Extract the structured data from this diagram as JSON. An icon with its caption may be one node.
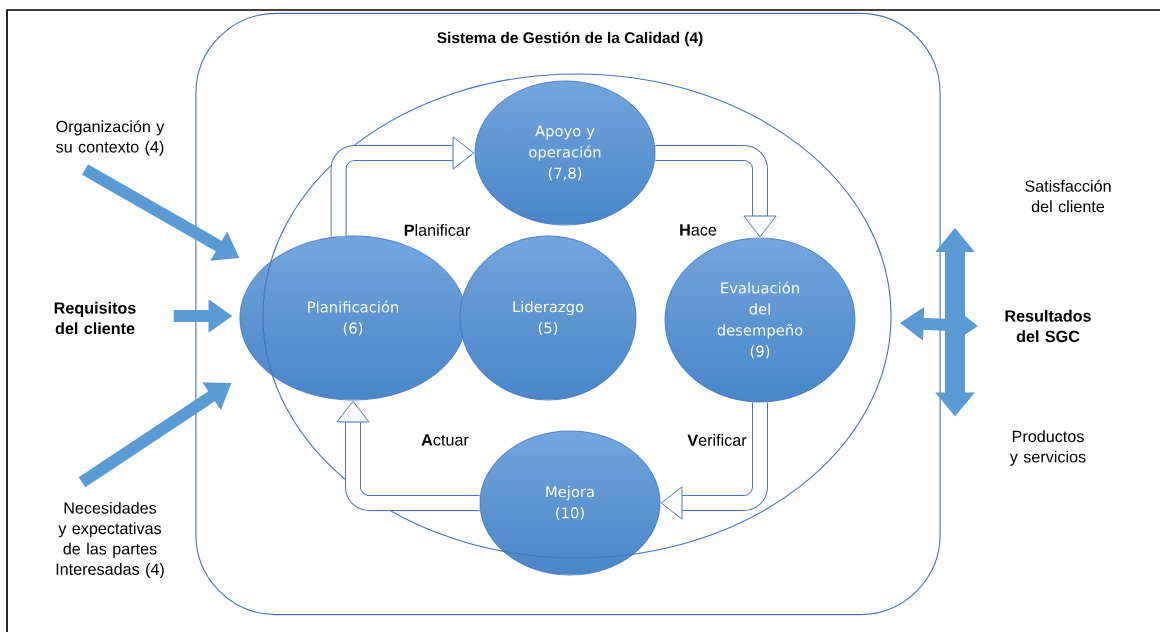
{
  "diagram": {
    "nodes": [
      {
        "text": [
          "Sistema de Gestión de la Calidad (4)"
        ]
      },
      {
        "text": [],
        "shape": "circle",
        "in": 0
      },
      {
        "text": [
          "Apoyo y operación (7,8)"
        ],
        "in": 1
      },
      {
        "text": [
          "Planificación (6)"
        ],
        "in": 0
      },
      {
        "text": [
          "Liderazgo (5)"
        ],
        "in": 1
      },
      {
        "text": [
          "Evaluación del desempeño (9)"
        ],
        "in": 1
      },
      {
        "text": [
          "Mejora (10)"
        ],
        "in": 0
      },
      {
        "text": [
          "Organización y su contexto (4)"
        ]
      },
      {
        "text": [
          "Requisitos del cliente"
        ]
      },
      {
        "text": [
          "Necesidades y expectativas de las partes Interesadas (4)"
        ]
      },
      {
        "text": [
          "Satisfacción del cliente"
        ]
      },
      {
        "text": [
          "Resultados del SGC"
        ]
      },
      {
        "text": [
          "Productos y servicios"
        ]
      }
    ],
    "edges": [
      {
        "from": 3,
        "to": 2,
        "arrow": "to"
      },
      {
        "from": 2,
        "to": 5,
        "arrow": "to"
      },
      {
        "from": 5,
        "to": 6,
        "arrow": "to"
      },
      {
        "from": 6,
        "to": 3,
        "arrow": "to"
      },
      {
        "from": 7,
        "to": 3,
        "arrow": "to"
      },
      {
        "from": 8,
        "to": 3,
        "arrow": "to"
      },
      {
        "from": 9,
        "to": 3,
        "arrow": "to"
      },
      {
        "from": 1,
        "to": 11,
        "arrow": "both"
      },
      {
        "from": 10,
        "to": 12,
        "arrow": "both"
      }
    ],
    "labels": [
      "**P**lanificar",
      "**H**ace",
      "**A**ctuar",
      "**V**erificar"
    ]
  }
}
